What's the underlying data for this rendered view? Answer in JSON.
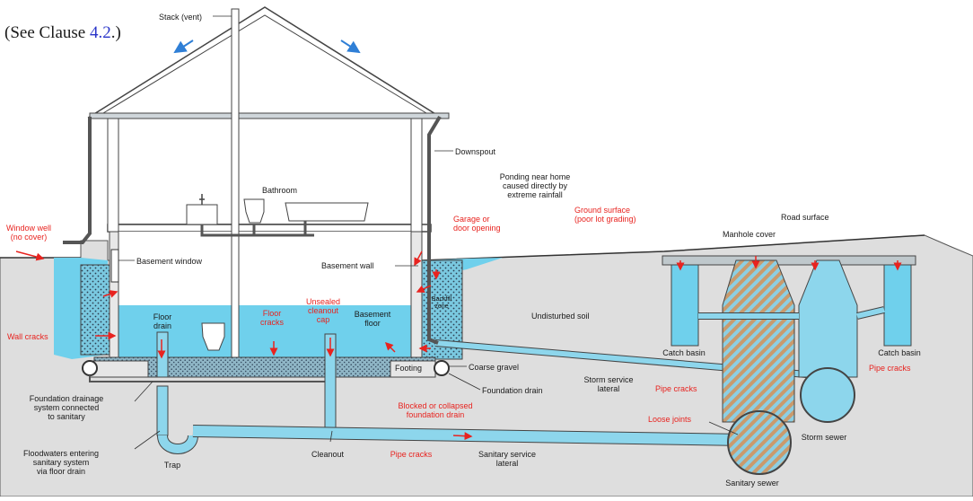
{
  "caption": {
    "prefix": "(See Clause ",
    "ref": "4.2",
    "suffix": ".)"
  },
  "labels": {
    "stack_vent": "Stack (vent)",
    "downspout": "Downspout",
    "bathroom": "Bathroom",
    "ponding_1": "Ponding near home",
    "ponding_2": "caused directly by",
    "ponding_3": "extreme rainfall",
    "road_surface": "Road surface",
    "manhole_cover": "Manhole cover",
    "basement_window": "Basement window",
    "basement_wall": "Basement wall",
    "undisturbed_soil": "Undisturbed soil",
    "floor_drain_1": "Floor",
    "floor_drain_2": "drain",
    "basement_floor_1": "Basement",
    "basement_floor_2": "floor",
    "backfill_1": "Backfill",
    "backfill_2": "zone",
    "catch_basin_left": "Catch basin",
    "catch_basin_right": "Catch basin",
    "footing": "Footing",
    "coarse_gravel": "Coarse gravel",
    "foundation_drain": "Foundation drain",
    "storm_lateral_1": "Storm service",
    "storm_lateral_2": "lateral",
    "foundation_drainage_1": "Foundation drainage",
    "foundation_drainage_2": "system connected",
    "foundation_drainage_3": "to sanitary",
    "floodwaters_1": "Floodwaters entering",
    "floodwaters_2": "sanitary system",
    "floodwaters_3": "via floor drain",
    "trap": "Trap",
    "cleanout": "Cleanout",
    "sanitary_lateral_1": "Sanitary service",
    "sanitary_lateral_2": "lateral",
    "storm_sewer": "Storm sewer",
    "sanitary_sewer": "Sanitary sewer"
  },
  "red_labels": {
    "window_well_1": "Window well",
    "window_well_2": "(no cover)",
    "garage_1": "Garage or",
    "garage_2": "door opening",
    "ground_surface_1": "Ground surface",
    "ground_surface_2": "(poor lot grading)",
    "wall_cracks": "Wall cracks",
    "floor_cracks_1": "Floor",
    "floor_cracks_2": "cracks",
    "unsealed_1": "Unsealed",
    "unsealed_2": "cleanout",
    "unsealed_3": "cap",
    "blocked_1": "Blocked or collapsed",
    "blocked_2": "foundation drain",
    "loose_joints": "Loose joints",
    "pipe_cracks_storm": "Pipe cracks",
    "pipe_cracks_right": "Pipe cracks",
    "pipe_cracks_sanitary": "Pipe cracks"
  },
  "colors": {
    "water": "#6fd0ec",
    "soil": "#dedede",
    "gravel": "#a9b8c2",
    "hazard": "#e8231f",
    "flow": "#2f7fd6",
    "hatch": "#c99a6d"
  }
}
